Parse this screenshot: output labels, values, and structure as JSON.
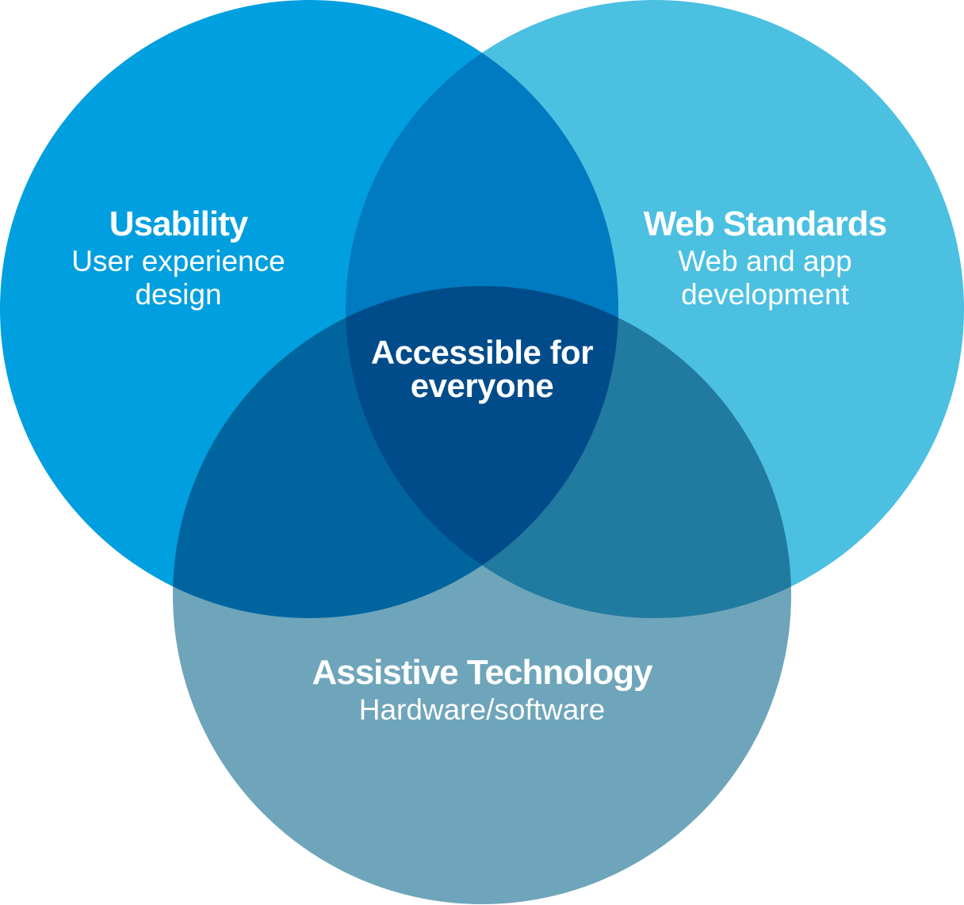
{
  "colors": {
    "usability": "#009fdf",
    "web_standards": "#4bc0e1",
    "assistive_technology": "#6ea5bb",
    "usability_web_overlap": "#007ac1",
    "usability_assistive_overlap": "#00659f",
    "web_assistive_overlap": "#217a9f",
    "all_overlap": "#004c8a",
    "text": "#ffffff"
  },
  "sets": {
    "usability": {
      "title": "Usability",
      "subtitle_lines": [
        "User experience",
        "design"
      ]
    },
    "web_standards": {
      "title": "Web Standards",
      "subtitle_lines": [
        "Web and app",
        "development"
      ]
    },
    "assistive_technology": {
      "title": "Assistive Technology",
      "subtitle_lines": [
        "Hardware/software"
      ]
    }
  },
  "center": {
    "lines": [
      "Accessible for",
      "everyone"
    ]
  }
}
